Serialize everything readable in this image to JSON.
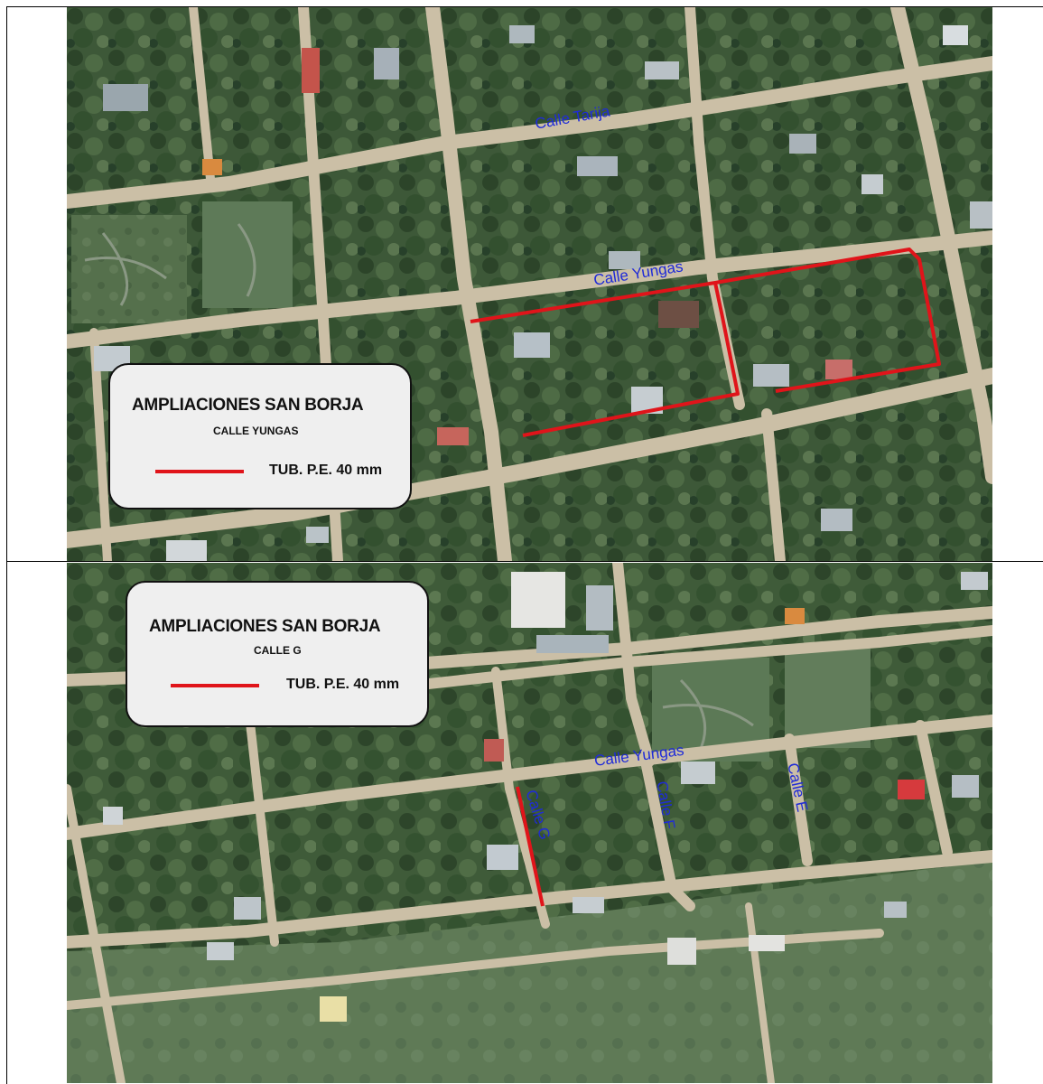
{
  "colors": {
    "pipe": "#e0141a",
    "street_label": "#1f2bd8",
    "vegetation": "#3f5a3a",
    "road": "#cbbfa6"
  },
  "map_top": {
    "legend": {
      "title": "AMPLIACIONES SAN BORJA",
      "subtitle": "CALLE YUNGAS",
      "item_label": "TUB. P.E. 40 mm"
    },
    "streets": {
      "tarija": "Calle Tarija",
      "yungas": "Calle Yungas"
    }
  },
  "map_bottom": {
    "legend": {
      "title": "AMPLIACIONES SAN BORJA",
      "subtitle": "CALLE G",
      "item_label": "TUB. P.E. 40 mm"
    },
    "streets": {
      "yungas": "Calle Yungas",
      "g": "Calle  G",
      "f": "Calle  F",
      "e": "Calle  E"
    }
  }
}
